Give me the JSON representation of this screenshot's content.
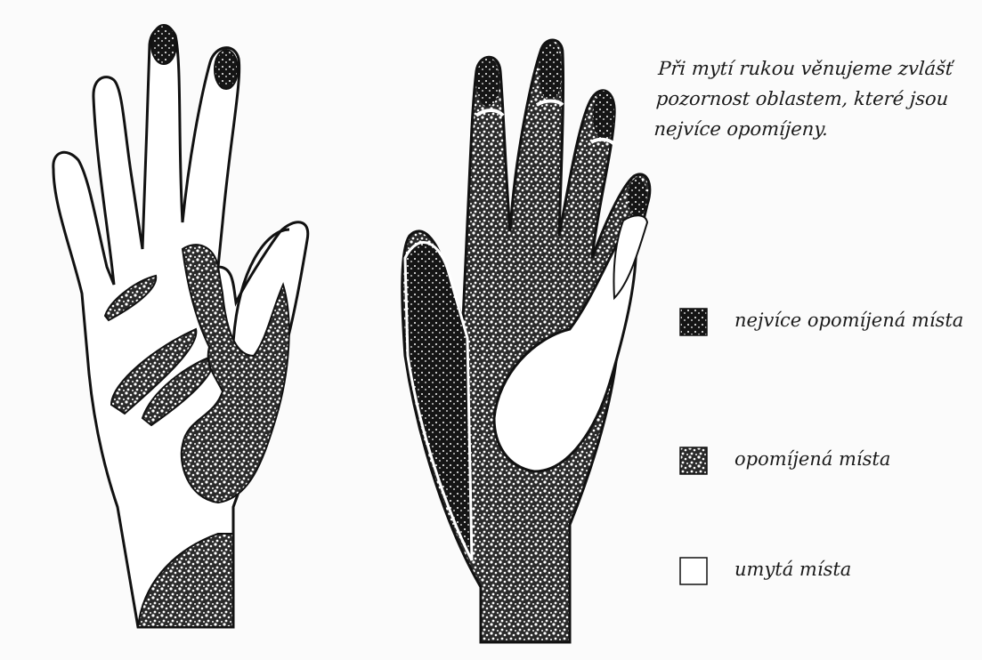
{
  "caption": "Při mytí rukou věnujeme zvlášť pozornost oblastem, které jsou nejvíce opomíjeny.",
  "legend": [
    {
      "label": "nejvíce opomíjená místa",
      "swatch": "dense",
      "color": "#1c1c1c"
    },
    {
      "label": "opomíjená místa",
      "swatch": "medium",
      "color": "#3a3a3a"
    },
    {
      "label": "umytá místa",
      "swatch": "empty",
      "color": "#ffffff"
    }
  ],
  "figures": [
    {
      "name": "palm-side-hand"
    },
    {
      "name": "back-side-hand"
    }
  ]
}
